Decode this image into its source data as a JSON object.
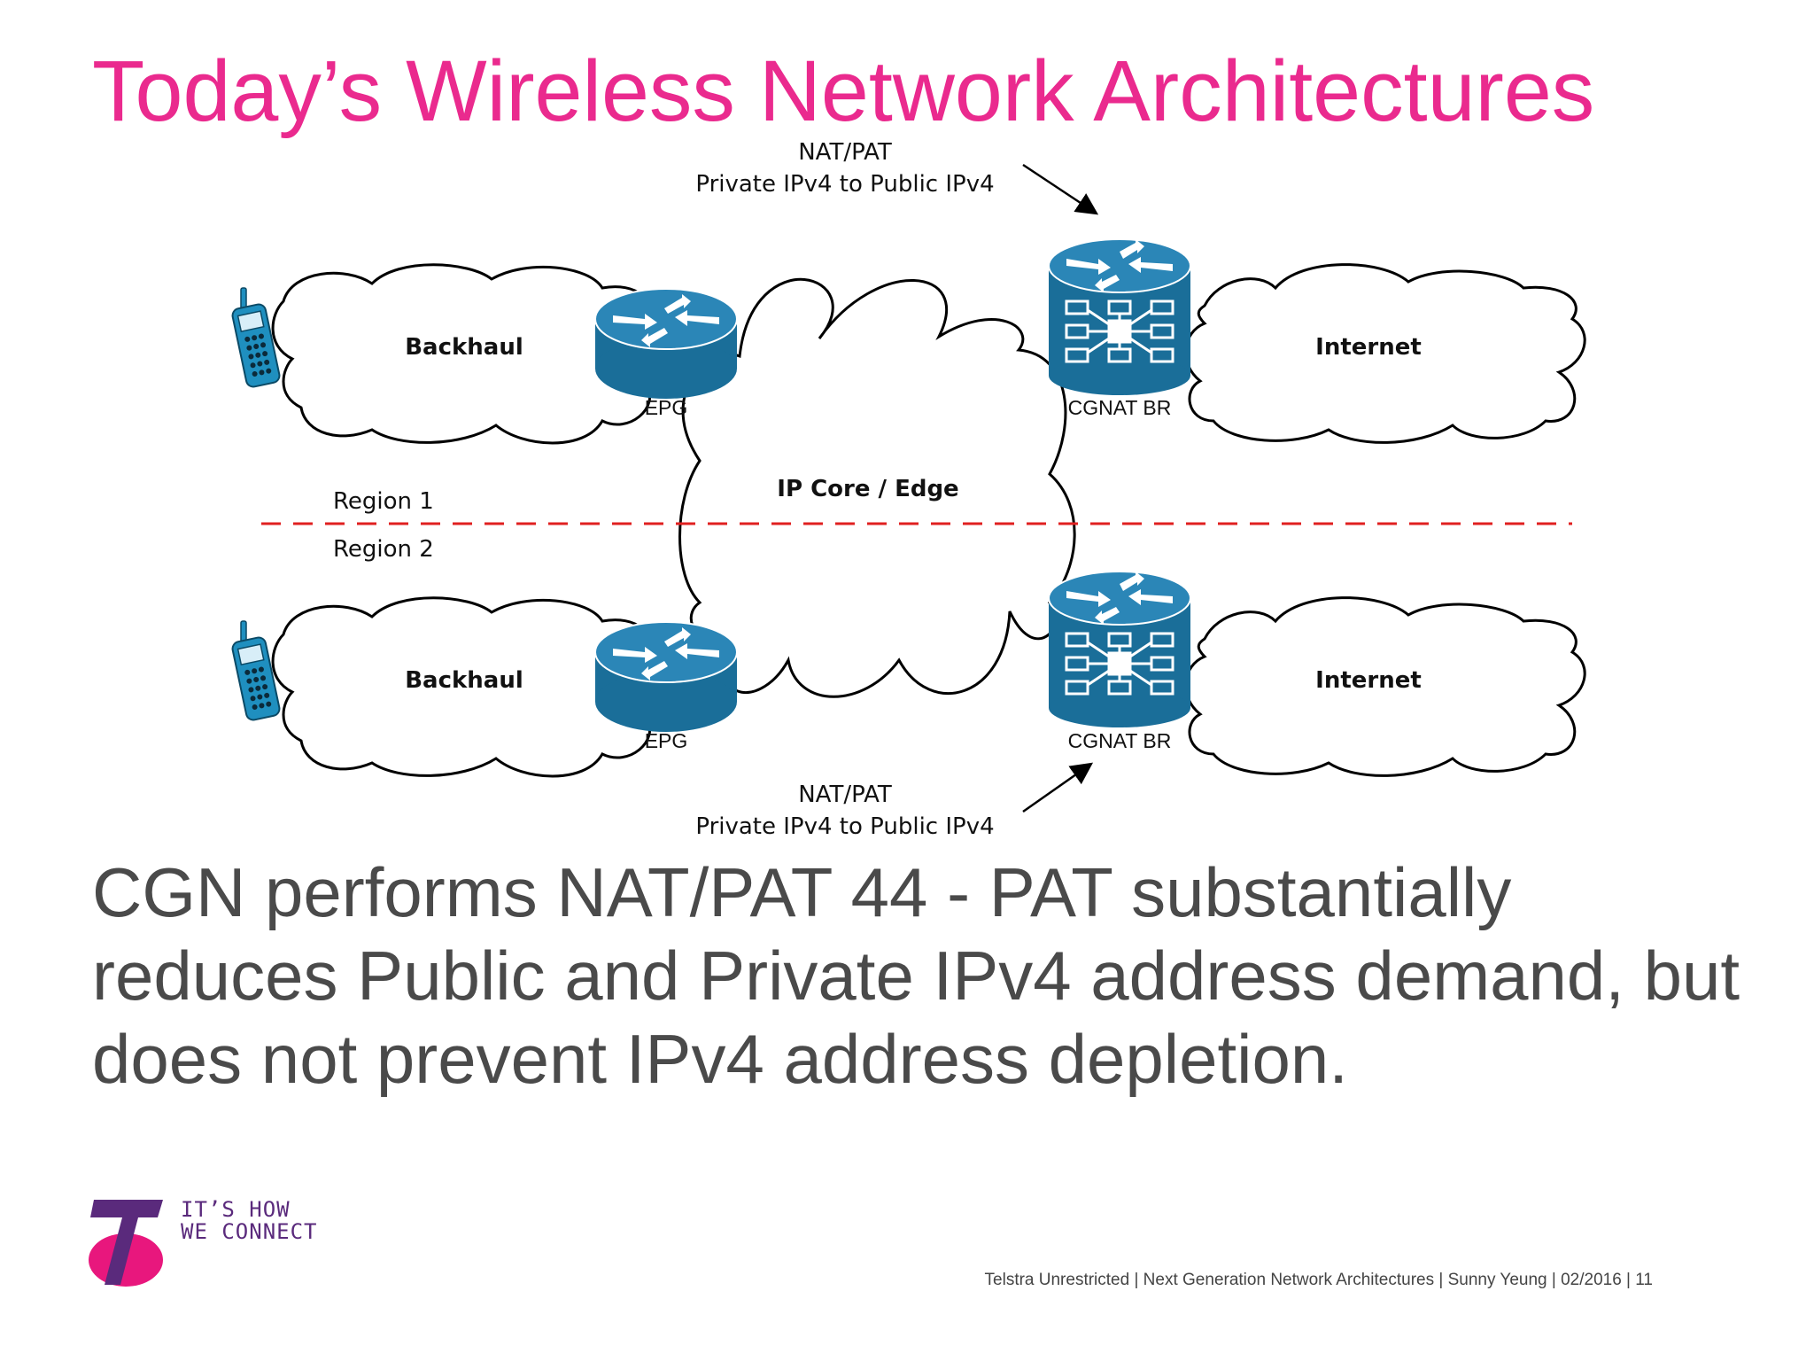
{
  "title": "Today’s Wireless Network Architectures",
  "diagram": {
    "nat_top": {
      "line1": "NAT/PAT",
      "line2": "Private IPv4 to Public IPv4"
    },
    "nat_bottom": {
      "line1": "NAT/PAT",
      "line2": "Private IPv4 to Public IPv4"
    },
    "backhaul_label": "Backhaul",
    "internet_label": "Internet",
    "core_label": "IP Core / Edge",
    "epg_label": "EPG",
    "cgnat_label": "CGNAT BR",
    "region1": "Region 1",
    "region2": "Region 2"
  },
  "body_text": "CGN performs NAT/PAT 44 - PAT substantially reduces Public and Private IPv4 address demand, but does not prevent IPv4 address depletion.",
  "logo": {
    "tagline_line1": "IT’S HOW",
    "tagline_line2": "WE CONNECT"
  },
  "footer": "Telstra Unrestricted | Next Generation Network Architectures | Sunny Yeung | 02/2016 | 11",
  "colors": {
    "title": "#ea2a8e",
    "router_blue": "#1a6e99",
    "region_line": "#e02020",
    "body_text": "#4a4a4a",
    "logo_magenta": "#e8177d",
    "logo_purple": "#5a2a7c"
  }
}
